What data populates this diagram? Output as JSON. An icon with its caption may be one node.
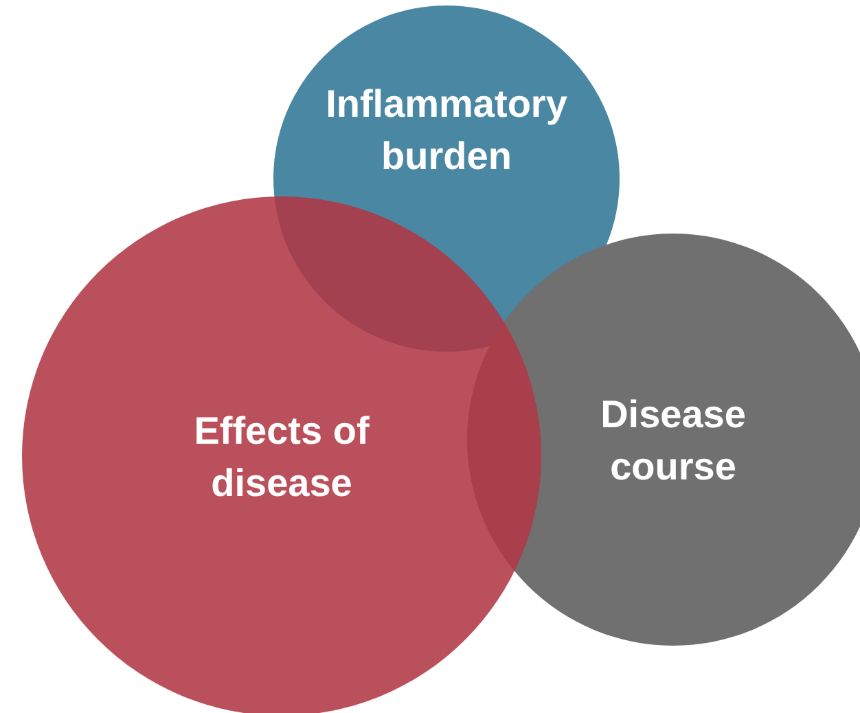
{
  "diagram": {
    "nodes": [
      {
        "text": [
          "Inflammatory burden"
        ]
      },
      {
        "text": [
          "Disease course"
        ]
      },
      {
        "text": [
          "Effects of disease"
        ]
      }
    ]
  }
}
